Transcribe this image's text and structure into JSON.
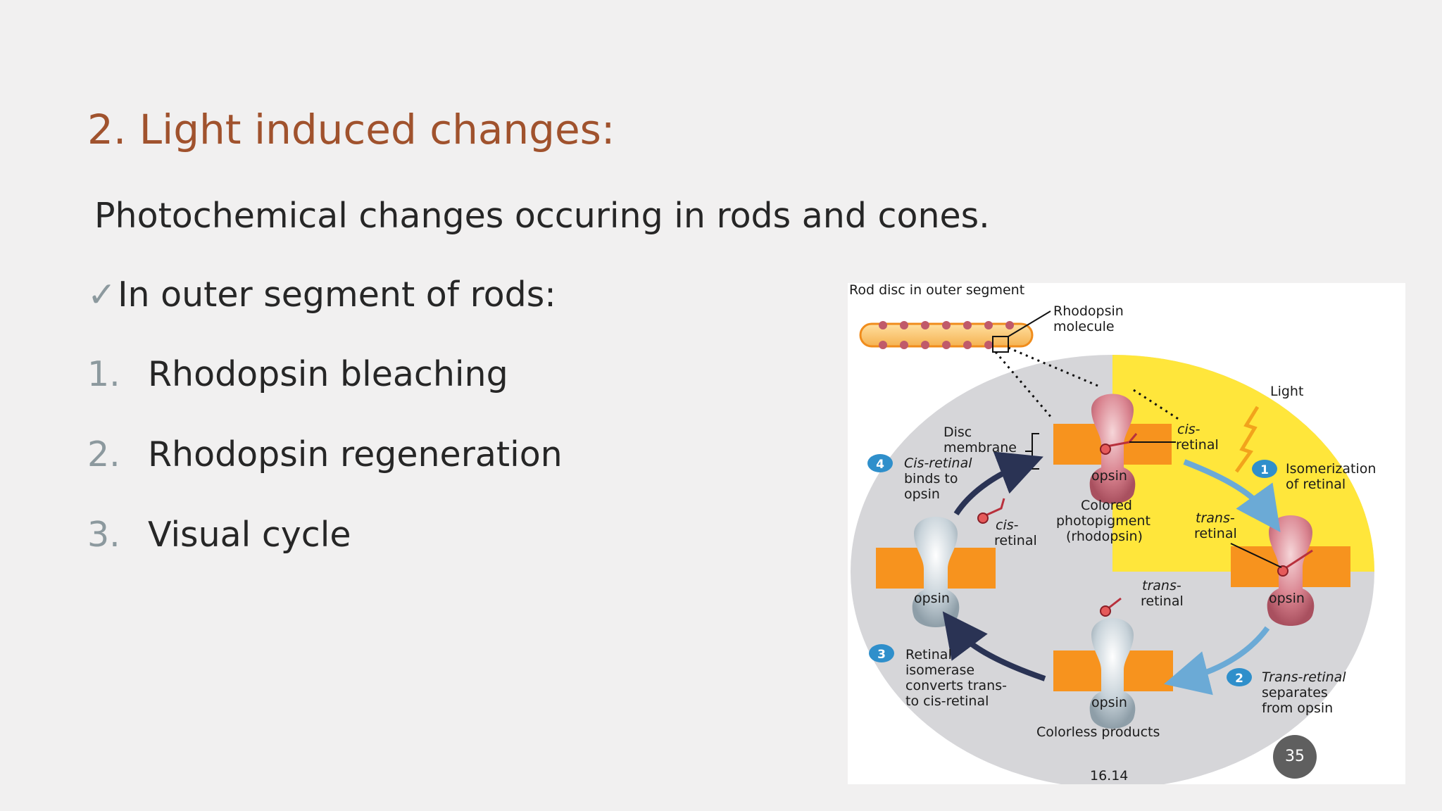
{
  "slide": {
    "title": "2. Light induced changes:",
    "subtitle": "Photochemical changes occuring in rods and cones.",
    "section_check": "✓",
    "section_label": "In outer segment of rods:",
    "list": [
      {
        "num": "1.",
        "text": "Rhodopsin bleaching"
      },
      {
        "num": "2.",
        "text": "Rhodopsin regeneration"
      },
      {
        "num": "3.",
        "text": "Visual cycle"
      }
    ],
    "page_number": "35"
  },
  "figure": {
    "header": "Rod disc in outer segment",
    "rhodopsin_molecule": [
      "Rhodopsin",
      "molecule"
    ],
    "light": "Light",
    "disc_membrane": [
      "Disc",
      "membrane"
    ],
    "cis_retinal_top": [
      "cis-",
      "retinal"
    ],
    "opsin": "opsin",
    "colored_photopigment": [
      "Colored",
      "photopigment",
      "(rhodopsin)"
    ],
    "trans_retinal_right": [
      "trans-",
      "retinal"
    ],
    "cis_retinal_left": [
      "cis-",
      "retinal"
    ],
    "trans_retinal_bottom": [
      "trans-",
      "retinal"
    ],
    "colorless_products": "Colorless products",
    "figure_number": "16.14",
    "steps": [
      {
        "num": "1",
        "lines": [
          "Isomerization",
          "of retinal"
        ]
      },
      {
        "num": "2",
        "lines": [
          "Trans-retinal",
          "separates",
          "from opsin"
        ]
      },
      {
        "num": "3",
        "lines": [
          "Retinal",
          "isomerase",
          "converts trans-",
          "to cis-retinal"
        ]
      },
      {
        "num": "4",
        "lines": [
          "Cis-retinal",
          "binds to",
          "opsin"
        ]
      }
    ],
    "colors": {
      "light_zone": "#ffe63b",
      "cycle_disc": "#d6d6d9",
      "membrane_block": "#f7931e",
      "rhodopsin_pink": "#d9838f",
      "opsin_gray": "#b9c7cf",
      "arrow_blue": "#6baad6",
      "arrow_navy": "#2a3354",
      "step_badge": "#2f8fcb",
      "title_orange": "#a0522d"
    }
  }
}
